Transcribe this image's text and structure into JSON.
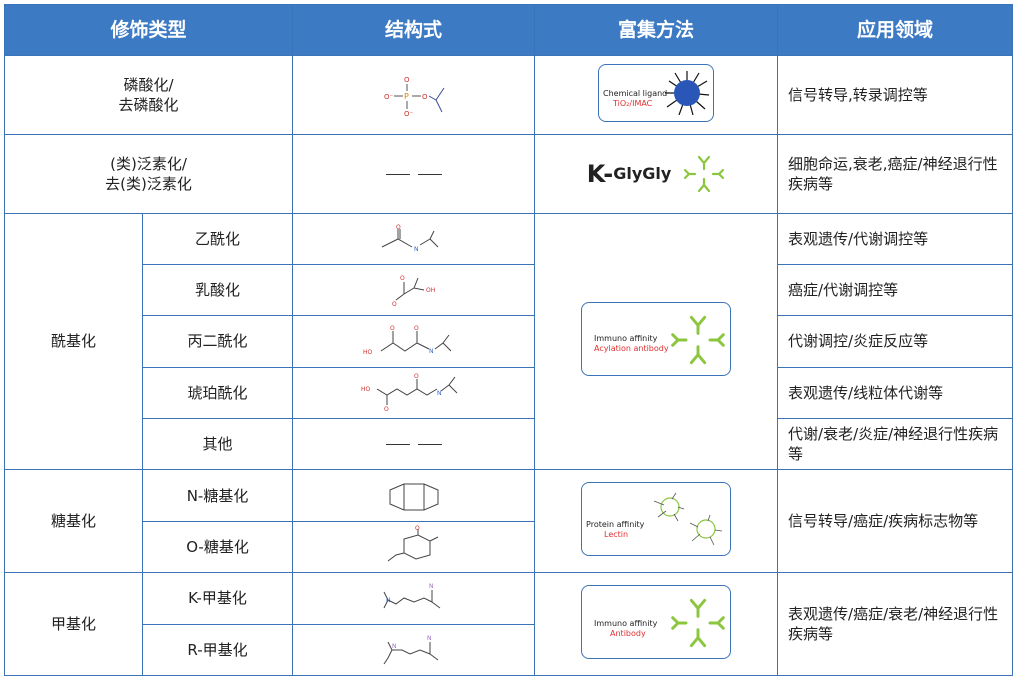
{
  "header": {
    "col1": "修饰类型",
    "col2": "结构式",
    "col3": "富集方法",
    "col4": "应用领域"
  },
  "rows": {
    "phospho": {
      "type": "磷酸化/\n去磷酸化",
      "app": "信号转导,转录调控等",
      "method": {
        "line1": "Chemical ligand",
        "line2": "TiO₂/IMAC"
      }
    },
    "ub": {
      "type": "(类)泛素化/\n去(类)泛素化",
      "app": "细胞命运,衰老,癌症/神经退行性疾病等",
      "method": {
        "k": "K-",
        "glygly": "GlyGly"
      }
    },
    "acyl": {
      "group": "酰基化",
      "subs": [
        {
          "name": "乙酰化",
          "app": "表观遗传/代谢调控等"
        },
        {
          "name": "乳酸化",
          "app": "癌症/代谢调控等"
        },
        {
          "name": "丙二酰化",
          "app": "代谢调控/炎症反应等"
        },
        {
          "name": "琥珀酰化",
          "app": "表观遗传/线粒体代谢等"
        },
        {
          "name": "其他",
          "app": "代谢/衰老/炎症/神经退行性疾病等"
        }
      ],
      "method": {
        "line1": "Immuno affinity",
        "line2": "Acylation antibody"
      }
    },
    "glyco": {
      "group": "糖基化",
      "subs": [
        {
          "name": "N-糖基化"
        },
        {
          "name": "O-糖基化"
        }
      ],
      "app": "信号转导/癌症/疾病标志物等",
      "method": {
        "line1": "Protein affinity",
        "line2": "Lectin"
      }
    },
    "methyl": {
      "group": "甲基化",
      "subs": [
        {
          "name": "K-甲基化"
        },
        {
          "name": "R-甲基化"
        }
      ],
      "app": "表观遗传/癌症/衰老/神经退行性疾病等",
      "method": {
        "line1": "Immuno affinity",
        "line2": "Antibody"
      }
    }
  },
  "colors": {
    "header_bg": "#3d7ac4",
    "border": "#3a73b8",
    "antibody": "#8cc63f",
    "red_text": "#e03030"
  }
}
